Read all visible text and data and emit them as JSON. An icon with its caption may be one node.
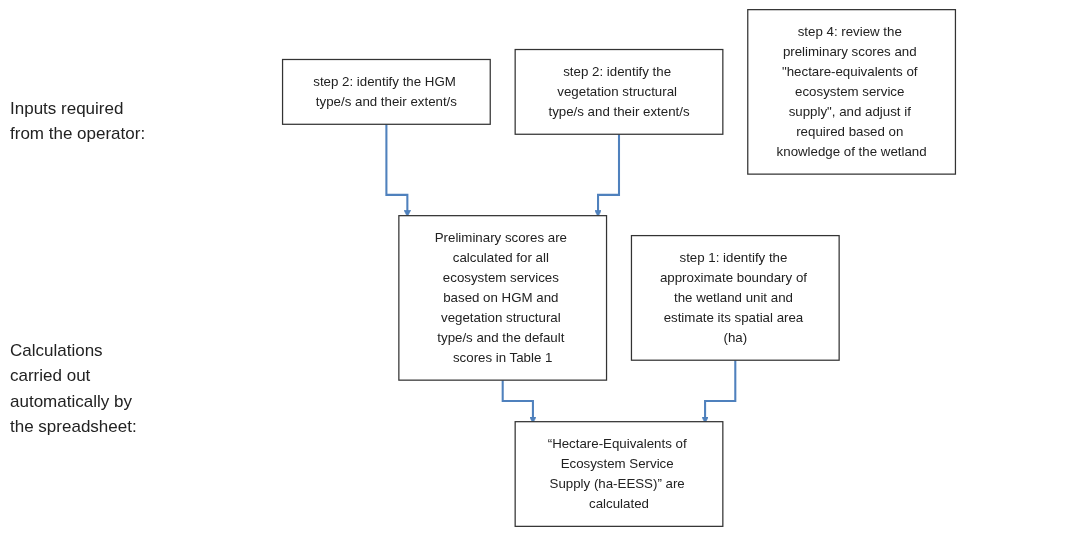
{
  "diagram": {
    "nodes": [
      {
        "text": [
          "step 1: identify the approximate boundary of the wetland unit and estimate its spatial area (ha)"
        ]
      },
      {
        "text": [
          "step 2: identify the HGM type/s and their extent/s"
        ]
      },
      {
        "text": [
          "step 2: identify the vegetation structural type/s and their extent/s"
        ]
      },
      {
        "text": [
          "step 4: review the preliminary scores and \"hectare-equivalents of ecosystem service supply\", and adjust if required based on knowledge of the wetland"
        ]
      },
      {
        "text": [
          "Preliminary scores are calculated for all ecosystem services based on HGM and vegetation structural type/s and the default scores in Table 1"
        ]
      },
      {
        "text": [
          "“Hectare-Equivalents of Ecosystem Service Supply (ha-EESS)” are calculated"
        ]
      }
    ],
    "edges": [
      {
        "from": 1,
        "to": 4,
        "arrow": "to"
      },
      {
        "from": 2,
        "to": 4,
        "arrow": "to"
      },
      {
        "from": 4,
        "to": 5,
        "arrow": "to"
      },
      {
        "from": 0,
        "to": 5,
        "arrow": "to"
      }
    ],
    "labels": [
      "Inputs required from the operator:",
      "Calculations carried out automatically by the spreadsheet:"
    ]
  }
}
